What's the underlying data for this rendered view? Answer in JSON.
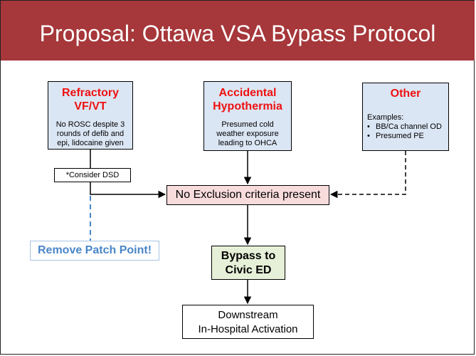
{
  "title": "Proposal: Ottawa VSA Bypass Protocol",
  "colors": {
    "title_bar": "#a6373a",
    "box_blue": "#dbe6f4",
    "box_pink": "#f8dcdc",
    "box_green": "#e6f0d8",
    "heading_red": "#ee1111",
    "patch_blue": "#4a86c8"
  },
  "nodes": {
    "vfvt": {
      "heading_line1": "Refractory",
      "heading_line2": "VF/VT",
      "desc_line1": "No ROSC despite 3",
      "desc_line2": "rounds of defib and",
      "desc_line3": "epi, lidocaine given"
    },
    "hypothermia": {
      "heading_line1": "Accidental",
      "heading_line2": "Hypothermia",
      "desc_line1": "Presumed cold",
      "desc_line2": "weather exposure",
      "desc_line3": "leading to OHCA"
    },
    "other": {
      "heading": "Other",
      "examples_label": "Examples:",
      "examples": [
        "BB/Ca channel OD",
        "Presumed PE"
      ]
    },
    "dsd": {
      "label": "*Consider DSD"
    },
    "exclusion": {
      "label": "No Exclusion criteria present"
    },
    "patch": {
      "label": "Remove Patch Point!"
    },
    "bypass": {
      "line1": "Bypass to",
      "line2": "Civic ED"
    },
    "downstream": {
      "line1": "Downstream",
      "line2": "In-Hospital Activation"
    }
  }
}
